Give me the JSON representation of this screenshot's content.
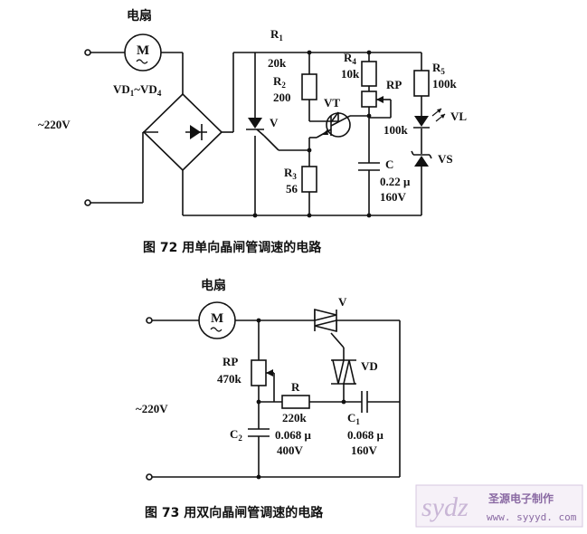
{
  "fig72": {
    "motor_title": "电扇",
    "motor_symbol": "M",
    "bridge_label": "VD",
    "bridge_sub1": "1",
    "bridge_tilde": "~VD",
    "bridge_sub2": "4",
    "mains": "~220V",
    "scr_label": "V",
    "r1_name": "R",
    "r1_sub": "1",
    "r1_value": "20k",
    "r2_name": "R",
    "r2_sub": "2",
    "r2_value": "200",
    "r3_name": "R",
    "r3_sub": "3",
    "r3_value": "56",
    "r4_name": "R",
    "r4_sub": "4",
    "r4_value": "10k",
    "r5_name": "R",
    "r5_sub": "5",
    "r5_value": "100k",
    "rp_name": "RP",
    "rp_value": "100k",
    "vt_label": "VT",
    "vl_label": "VL",
    "vs_label": "VS",
    "c_name": "C",
    "c_value": "0.22 μ",
    "c_voltage": "160V",
    "caption": "图 72   用单向晶闸管调速的电路"
  },
  "fig73": {
    "motor_title": "电扇",
    "motor_symbol": "M",
    "mains": "~220V",
    "triac_label": "V",
    "diac_label": "VD",
    "rp_name": "RP",
    "rp_value": "470k",
    "r_name": "R",
    "r_value": "220k",
    "c1_name": "C",
    "c1_sub": "1",
    "c1_value": "0.068 μ",
    "c1_voltage": "160V",
    "c2_name": "C",
    "c2_sub": "2",
    "c2_value": "0.068 μ",
    "c2_voltage": "400V",
    "caption": "图 73   用双向晶闸管调速的电路"
  },
  "watermark": {
    "logo": "sydz",
    "name": "圣源电子制作",
    "url": "www. syyyd. com"
  }
}
